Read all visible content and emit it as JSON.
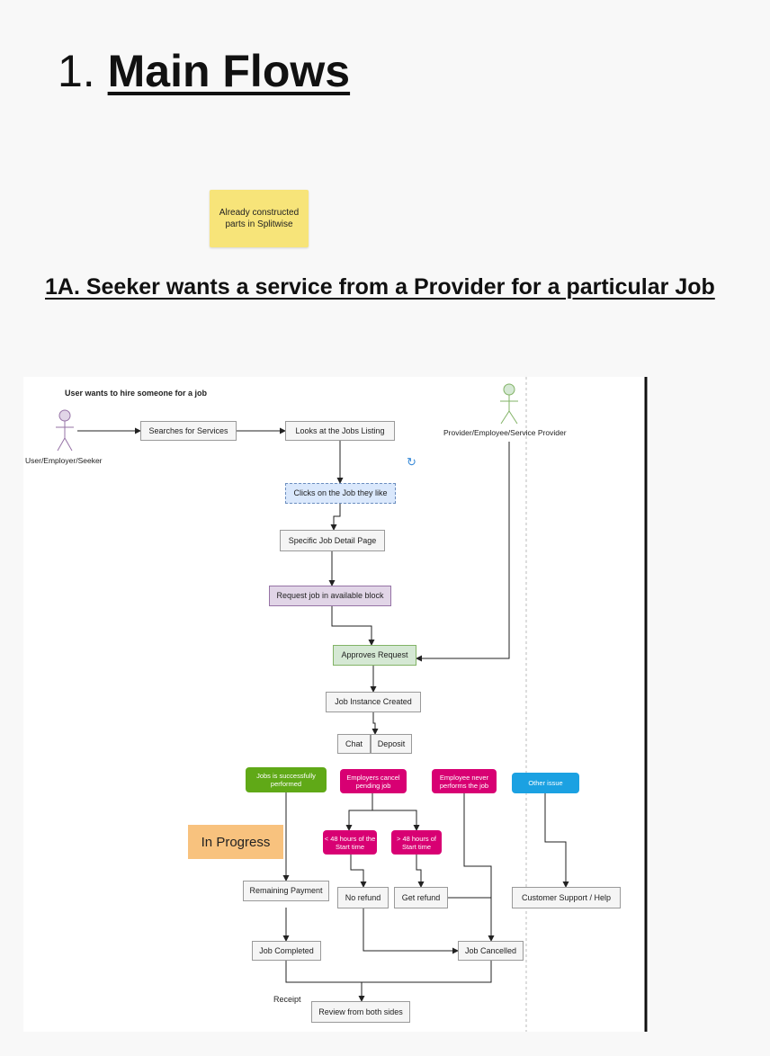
{
  "page": {
    "title_number": "1.",
    "title_text": "Main Flows",
    "sticky_note": "Already constructed parts in Splitwise",
    "section_heading": "1A. Seeker wants a service from a Provider for a particular Job",
    "status_tag": "In Progress",
    "refresh_icon": "refresh-icon"
  },
  "diagram": {
    "title": "User wants to hire someone for a job",
    "actors": {
      "seeker": "User/Employer/Seeker",
      "provider": "Provider/Employee/Service Provider"
    },
    "nodes": {
      "searches": "Searches for Services",
      "looks": "Looks at the Jobs Listing",
      "clicks": "Clicks on the Job they like",
      "specific": "Specific Job Detail Page",
      "request": "Request job in available block",
      "approves": "Approves Request",
      "instance": "Job Instance Created",
      "chat": "Chat",
      "deposit": "Deposit",
      "success": "Jobs is successfully performed",
      "employers_cancel": "Employers cancel pending job",
      "employee_never": "Employee never performs the job",
      "other_issue": "Other issue",
      "lt48": "< 48 hours of the Start time",
      "gt48": "> 48 hours of Start time",
      "remaining": "Remaining Payment",
      "no_refund": "No refund",
      "get_refund": "Get refund",
      "support": "Customer Support / Help",
      "completed": "Job Completed",
      "cancelled": "Job Cancelled",
      "review": "Review from both sides"
    },
    "receipt_label": "Receipt",
    "colors": {
      "green": "#60a917",
      "magenta": "#d80073",
      "blue": "#1ba1e2",
      "purple": "#e1d5e7",
      "light_green": "#d5e8d4",
      "sticky": "#f7e479",
      "status": "#f8c27e"
    }
  }
}
